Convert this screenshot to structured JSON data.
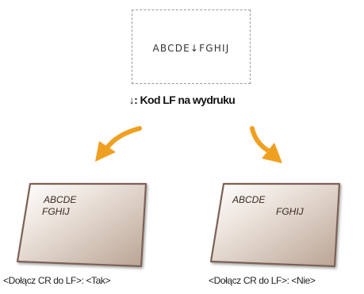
{
  "source": {
    "text": "ABCDE↓FGHIJ"
  },
  "caption": "↓: Kod LF na wydruku",
  "left_example": {
    "line1": "ABCDE",
    "line2": "FGHIJ",
    "label": "<Dołącz CR do LF>: <Tak>"
  },
  "right_example": {
    "line1": "ABCDE",
    "line2": "FGHIJ",
    "label": "<Dołącz CR do LF>: <Nie>"
  },
  "colors": {
    "arrow": "#f0a020",
    "paper_border": "#a08070",
    "paper_fill_light": "#ffffff",
    "paper_fill_dark": "#bda898"
  }
}
